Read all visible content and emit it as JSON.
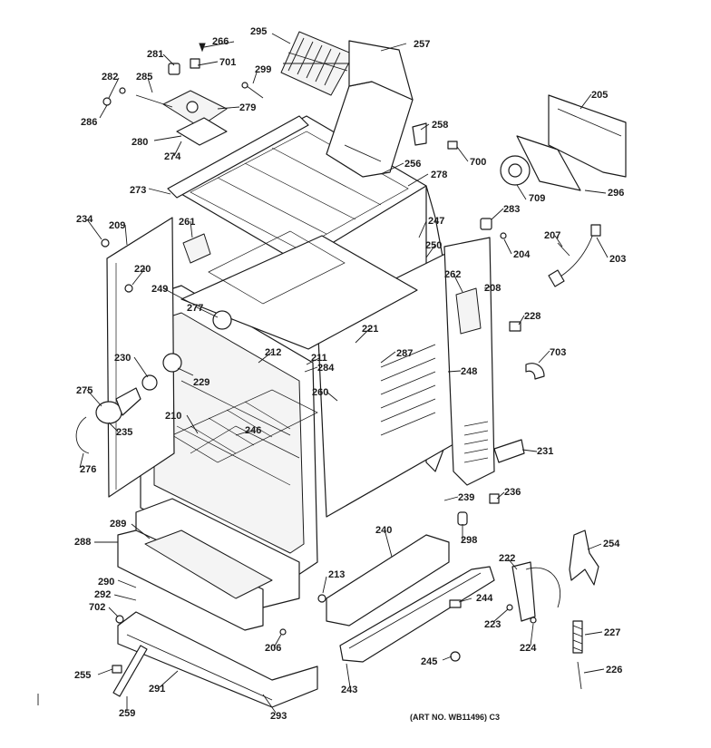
{
  "diagram": {
    "art_number": "(ART NO. WB11496) C3",
    "callouts": [
      {
        "id": "c-266",
        "text": "266"
      },
      {
        "id": "c-281",
        "text": "281"
      },
      {
        "id": "c-701",
        "text": "701"
      },
      {
        "id": "c-295",
        "text": "295"
      },
      {
        "id": "c-257",
        "text": "257"
      },
      {
        "id": "c-282",
        "text": "282"
      },
      {
        "id": "c-285",
        "text": "285"
      },
      {
        "id": "c-299",
        "text": "299"
      },
      {
        "id": "c-279",
        "text": "279"
      },
      {
        "id": "c-286",
        "text": "286"
      },
      {
        "id": "c-205",
        "text": "205"
      },
      {
        "id": "c-258",
        "text": "258"
      },
      {
        "id": "c-280",
        "text": "280"
      },
      {
        "id": "c-700",
        "text": "700"
      },
      {
        "id": "c-274",
        "text": "274"
      },
      {
        "id": "c-256",
        "text": "256"
      },
      {
        "id": "c-278",
        "text": "278"
      },
      {
        "id": "c-709",
        "text": "709"
      },
      {
        "id": "c-296",
        "text": "296"
      },
      {
        "id": "c-273",
        "text": "273"
      },
      {
        "id": "c-283",
        "text": "283"
      },
      {
        "id": "c-234",
        "text": "234"
      },
      {
        "id": "c-209",
        "text": "209"
      },
      {
        "id": "c-261",
        "text": "261"
      },
      {
        "id": "c-247",
        "text": "247"
      },
      {
        "id": "c-207",
        "text": "207"
      },
      {
        "id": "c-250",
        "text": "250"
      },
      {
        "id": "c-204",
        "text": "204"
      },
      {
        "id": "c-203",
        "text": "203"
      },
      {
        "id": "c-220",
        "text": "220"
      },
      {
        "id": "c-262",
        "text": "262"
      },
      {
        "id": "c-208",
        "text": "208"
      },
      {
        "id": "c-249",
        "text": "249"
      },
      {
        "id": "c-277",
        "text": "277"
      },
      {
        "id": "c-228",
        "text": "228"
      },
      {
        "id": "c-221",
        "text": "221"
      },
      {
        "id": "c-287",
        "text": "287"
      },
      {
        "id": "c-703",
        "text": "703"
      },
      {
        "id": "c-212",
        "text": "212"
      },
      {
        "id": "c-211",
        "text": "211"
      },
      {
        "id": "c-230",
        "text": "230"
      },
      {
        "id": "c-284",
        "text": "284"
      },
      {
        "id": "c-229",
        "text": "229"
      },
      {
        "id": "c-248",
        "text": "248"
      },
      {
        "id": "c-275",
        "text": "275"
      },
      {
        "id": "c-260",
        "text": "260"
      },
      {
        "id": "c-210",
        "text": "210"
      },
      {
        "id": "c-246",
        "text": "246"
      },
      {
        "id": "c-235",
        "text": "235"
      },
      {
        "id": "c-231",
        "text": "231"
      },
      {
        "id": "c-276",
        "text": "276"
      },
      {
        "id": "c-239",
        "text": "239"
      },
      {
        "id": "c-236",
        "text": "236"
      },
      {
        "id": "c-289",
        "text": "289"
      },
      {
        "id": "c-240",
        "text": "240"
      },
      {
        "id": "c-298",
        "text": "298"
      },
      {
        "id": "c-288",
        "text": "288"
      },
      {
        "id": "c-254",
        "text": "254"
      },
      {
        "id": "c-222",
        "text": "222"
      },
      {
        "id": "c-213",
        "text": "213"
      },
      {
        "id": "c-290",
        "text": "290"
      },
      {
        "id": "c-292",
        "text": "292"
      },
      {
        "id": "c-244",
        "text": "244"
      },
      {
        "id": "c-702",
        "text": "702"
      },
      {
        "id": "c-223",
        "text": "223"
      },
      {
        "id": "c-227",
        "text": "227"
      },
      {
        "id": "c-206",
        "text": "206"
      },
      {
        "id": "c-224",
        "text": "224"
      },
      {
        "id": "c-245",
        "text": "245"
      },
      {
        "id": "c-255",
        "text": "255"
      },
      {
        "id": "c-226",
        "text": "226"
      },
      {
        "id": "c-291",
        "text": "291"
      },
      {
        "id": "c-243",
        "text": "243"
      },
      {
        "id": "c-259",
        "text": "259"
      },
      {
        "id": "c-293",
        "text": "293"
      }
    ]
  }
}
